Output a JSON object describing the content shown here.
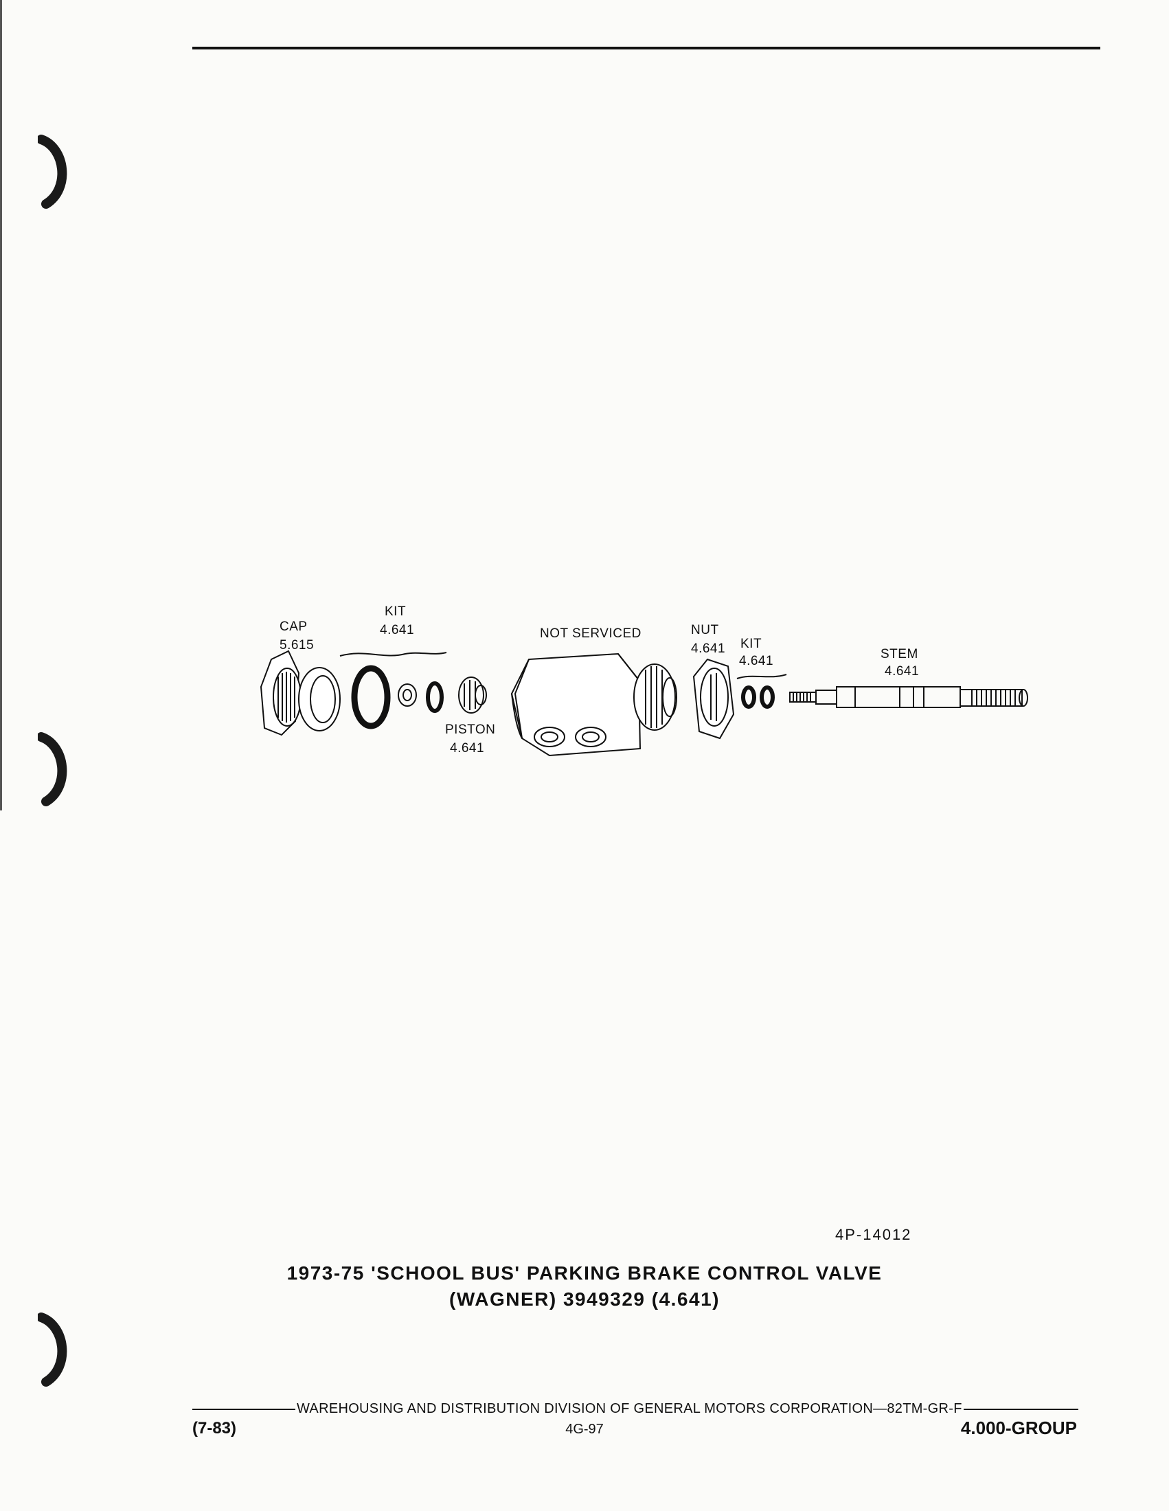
{
  "diagram": {
    "labels": {
      "cap_name": "CAP",
      "cap_num": "5.615",
      "kit1_name": "KIT",
      "kit1_num": "4.641",
      "piston_name": "PISTON",
      "piston_num": "4.641",
      "not_serviced": "NOT SERVICED",
      "nut_name": "NUT",
      "nut_num": "4.641",
      "kit2_name": "KIT",
      "kit2_num": "4.641",
      "stem_name": "STEM",
      "stem_num": "4.641"
    }
  },
  "figure_number": "4P-14012",
  "caption": {
    "line1": "1973-75 'SCHOOL BUS' PARKING BRAKE CONTROL VALVE",
    "line2": "(WAGNER) 3949329 (4.641)"
  },
  "footer": {
    "line": "WAREHOUSING AND DISTRIBUTION DIVISION OF GENERAL MOTORS CORPORATION—82TM-GR-F",
    "date": "(7-83)",
    "page": "4G-97",
    "group": "4.000-GROUP"
  }
}
